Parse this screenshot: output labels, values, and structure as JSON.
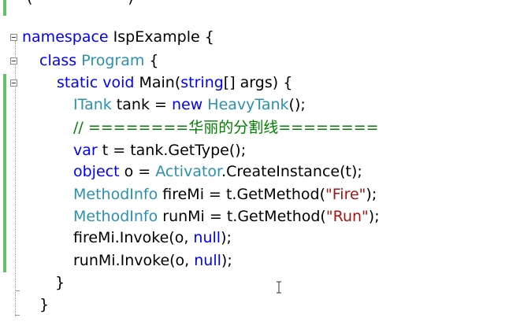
{
  "editor": {
    "top_fragment": "(                    )",
    "lines": [
      [
        {
          "t": "namespace",
          "c": "kw"
        },
        {
          "t": " IspExample {",
          "c": "txt"
        }
      ],
      [
        {
          "t": "class",
          "c": "kw"
        },
        {
          "t": " ",
          "c": "txt"
        },
        {
          "t": "Program",
          "c": "type"
        },
        {
          "t": " {",
          "c": "txt"
        }
      ],
      [
        {
          "t": "static",
          "c": "kw"
        },
        {
          "t": " ",
          "c": "txt"
        },
        {
          "t": "void",
          "c": "kw"
        },
        {
          "t": " Main(",
          "c": "txt"
        },
        {
          "t": "string",
          "c": "kw"
        },
        {
          "t": "[] args) {",
          "c": "txt"
        }
      ],
      [
        {
          "t": "ITank",
          "c": "type"
        },
        {
          "t": " tank = ",
          "c": "txt"
        },
        {
          "t": "new",
          "c": "kw"
        },
        {
          "t": " ",
          "c": "txt"
        },
        {
          "t": "HeavyTank",
          "c": "type"
        },
        {
          "t": "();",
          "c": "txt"
        }
      ],
      [
        {
          "t": "// ========华丽的分割线========",
          "c": "cmt"
        }
      ],
      [
        {
          "t": "var",
          "c": "kw"
        },
        {
          "t": " t = tank.GetType();",
          "c": "txt"
        }
      ],
      [
        {
          "t": "object",
          "c": "kw"
        },
        {
          "t": " o = ",
          "c": "txt"
        },
        {
          "t": "Activator",
          "c": "type"
        },
        {
          "t": ".CreateInstance(t);",
          "c": "txt"
        }
      ],
      [
        {
          "t": "MethodInfo",
          "c": "type"
        },
        {
          "t": " fireMi = t.GetMethod(",
          "c": "txt"
        },
        {
          "t": "\"Fire\"",
          "c": "str"
        },
        {
          "t": ");",
          "c": "txt"
        }
      ],
      [
        {
          "t": "MethodInfo",
          "c": "type"
        },
        {
          "t": " runMi = t.GetMethod(",
          "c": "txt"
        },
        {
          "t": "\"Run\"",
          "c": "str"
        },
        {
          "t": ");",
          "c": "txt"
        }
      ],
      [
        {
          "t": "fireMi.Invoke(o, ",
          "c": "txt"
        },
        {
          "t": "null",
          "c": "kw"
        },
        {
          "t": ");",
          "c": "txt"
        }
      ],
      [
        {
          "t": "runMi.Invoke(o, ",
          "c": "txt"
        },
        {
          "t": "null",
          "c": "kw"
        },
        {
          "t": ");",
          "c": "txt"
        }
      ],
      [
        {
          "t": "}",
          "c": "txt"
        }
      ],
      [
        {
          "t": "}",
          "c": "txt"
        }
      ]
    ]
  },
  "colors": {
    "keyword": "#0000ff",
    "type": "#2b91af",
    "string": "#a31515",
    "comment": "#008000",
    "change_bar": "#66c266"
  },
  "icons": [
    "collapse-icon",
    "text-cursor-icon"
  ]
}
